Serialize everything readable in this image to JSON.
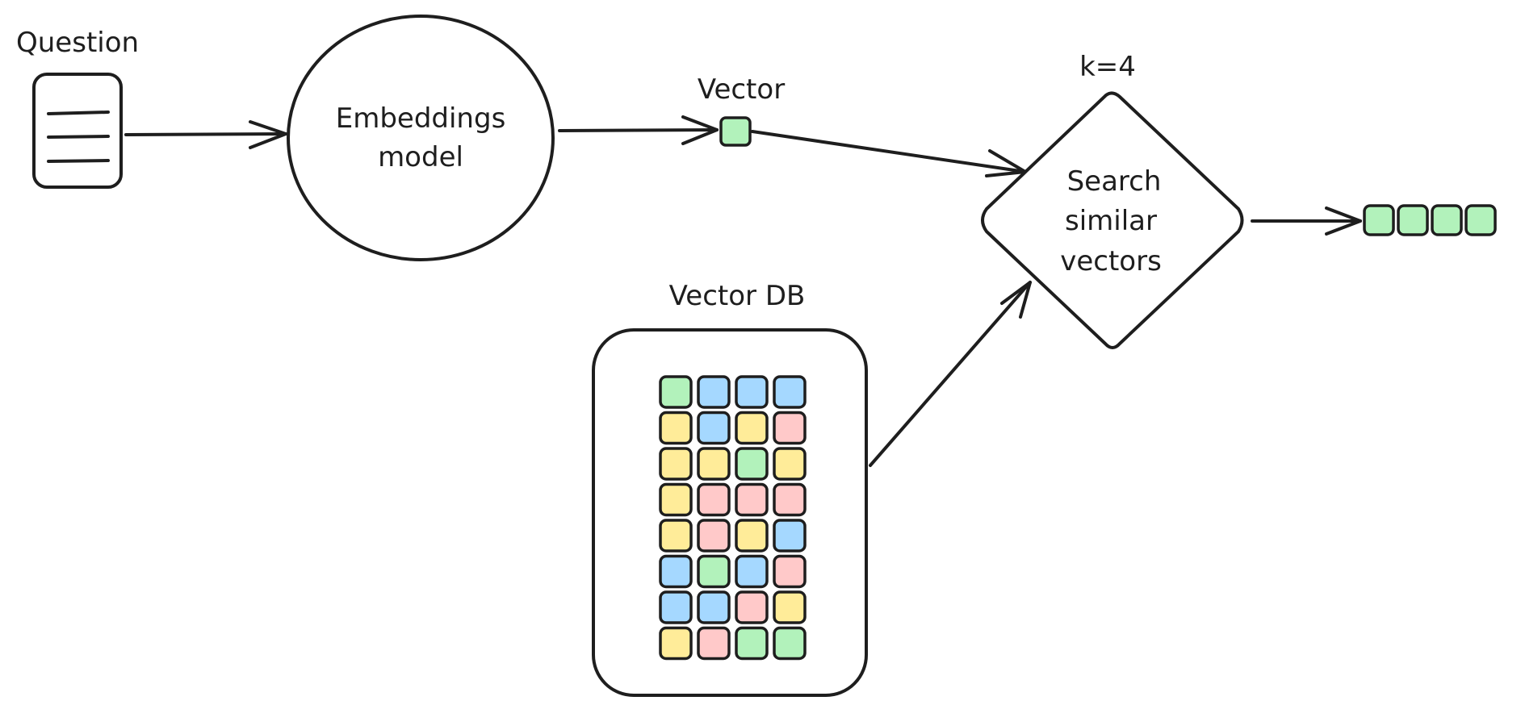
{
  "labels": {
    "question": "Question",
    "embeddings_line1": "Embeddings",
    "embeddings_line2": "model",
    "vector": "Vector",
    "k": "k=4",
    "search_line1": "Search",
    "search_line2": "similar",
    "search_line3": "vectors",
    "vector_db": "Vector DB"
  },
  "colors": {
    "green": "#b2f2bb",
    "blue": "#a5d8ff",
    "yellow": "#ffec99",
    "pink": "#ffc9c9",
    "stroke": "#1e1e1e"
  },
  "query_vector_color": "green",
  "result_vectors": [
    "green",
    "green",
    "green",
    "green"
  ],
  "vector_db_grid": [
    [
      "green",
      "blue",
      "blue",
      "blue"
    ],
    [
      "yellow",
      "blue",
      "yellow",
      "pink"
    ],
    [
      "yellow",
      "yellow",
      "green",
      "yellow"
    ],
    [
      "yellow",
      "pink",
      "pink",
      "pink"
    ],
    [
      "yellow",
      "pink",
      "yellow",
      "blue"
    ],
    [
      "blue",
      "green",
      "blue",
      "pink"
    ],
    [
      "blue",
      "blue",
      "pink",
      "yellow"
    ],
    [
      "yellow",
      "pink",
      "green",
      "green"
    ]
  ]
}
